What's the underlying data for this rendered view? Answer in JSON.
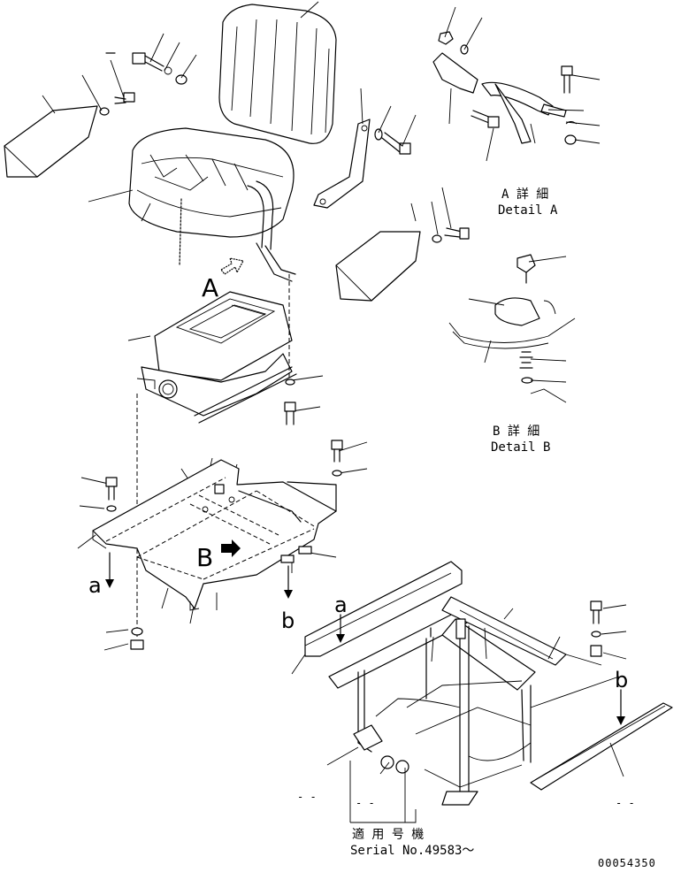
{
  "callouts": {
    "view_a": "A",
    "view_b": "B",
    "arrow_a_left": "a",
    "arrow_a_frame": "a",
    "arrow_b_left": "b",
    "arrow_b_right": "b"
  },
  "detail_a": {
    "jp": "A 詳 細",
    "en": "Detail A"
  },
  "detail_b": {
    "jp": "B 詳 細",
    "en": "Detail B"
  },
  "serial": {
    "jp": "適 用 号 機",
    "en": "Serial No.49583～"
  },
  "blank_marks": {
    "left": "- -",
    "middle": "- -",
    "right": "- -"
  },
  "drawing_number": "00054350"
}
